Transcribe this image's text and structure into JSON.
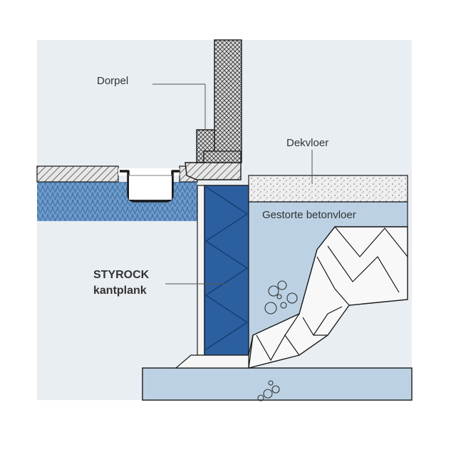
{
  "labels": {
    "dorpel": "Dorpel",
    "dekvloer": "Dekvloer",
    "betonvloer": "Gestorte betonvloer",
    "styrock_line1": "STYROCK",
    "styrock_line2": "kantplank"
  },
  "colors": {
    "background": "#e9eef3",
    "insulation_blue": "#2c5fa0",
    "ground_blue": "#6d9bcc",
    "concrete": "#bcd2e4",
    "outline": "#1a1a1a",
    "label_text": "#333333"
  }
}
